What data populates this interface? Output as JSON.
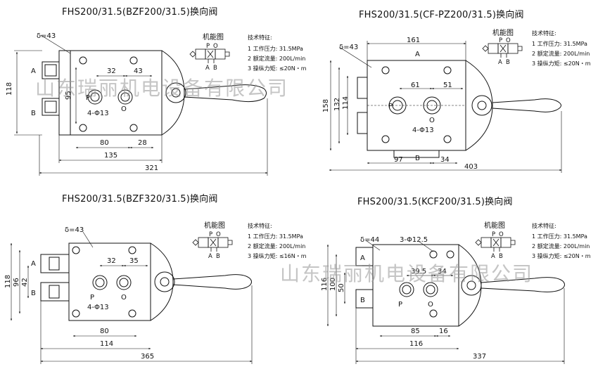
{
  "panels": [
    {
      "title": "FHS200/31.5(BZF200/31.5)换向阀",
      "spec_title": "技术特征:",
      "specs": [
        "1 工作压力: 31.5MPa",
        "2 额定流量: 200L/min",
        "3 操纵力矩: ≤20N・m"
      ],
      "fn_label": "机能图",
      "dims": {
        "delta": "δ=43",
        "d118": "118",
        "d95": "95",
        "d32": "32",
        "d43": "43",
        "d80": "80",
        "d28": "28",
        "d135": "135",
        "d321": "321",
        "hole": "4-Φ13"
      },
      "ports": {
        "A": "A",
        "B": "B",
        "P": "P",
        "O": "O"
      }
    },
    {
      "title": "FHS200/31.5(CF-PZ200/31.5)换向阀",
      "spec_title": "技术特征:",
      "specs": [
        "1 工作压力: 31.5MPa",
        "2 额定流量: 200L/min",
        "3 操纵力矩: ≤20N・m"
      ],
      "fn_label": "机能图",
      "dims": {
        "delta": "δ=43",
        "d161": "161",
        "d158": "158",
        "d132": "132",
        "d114": "114",
        "d61": "61",
        "d51": "51",
        "d97": "97",
        "d34": "34",
        "d403": "403",
        "hole": "4-Φ13"
      },
      "ports": {
        "A": "A",
        "B": "B",
        "P": "P",
        "O": "O"
      }
    },
    {
      "title": "FHS200/31.5(BZF320/31.5)换向阀",
      "spec_title": "技术特征:",
      "specs": [
        "1 工作压力: 31.5MPa",
        "2 额定流量: 200L/min",
        "3 操纵力矩: ≤16N・m"
      ],
      "fn_label": "机能图",
      "dims": {
        "delta": "δ=43",
        "d118": "118",
        "d96": "96",
        "d42": "42",
        "d32": "32",
        "d35": "35",
        "d80": "80",
        "d114": "114",
        "d365": "365",
        "hole": "4-Φ13"
      },
      "ports": {
        "A": "A",
        "B": "B",
        "P": "P",
        "O": "O"
      }
    },
    {
      "title": "FHS200/31.5(KCF200/31.5)换向阀",
      "spec_title": "技术特征:",
      "specs": [
        "1 工作压力: 31.5MPa",
        "2 额定流量: 200L/min",
        "3 操纵力矩: ≤20N・m"
      ],
      "fn_label": "机能图",
      "dims": {
        "delta": "δ=44",
        "hole3": "3-Φ12.5",
        "d116": "116",
        "d100": "100",
        "d50": "50",
        "d395": "39.5",
        "d34": "34",
        "d85": "85",
        "d16": "16",
        "d116b": "116",
        "d337": "337"
      },
      "ports": {
        "A": "A",
        "B": "B",
        "P": "P",
        "O": "O"
      }
    }
  ],
  "watermark": "山东瑞丽机电设备有限公司"
}
